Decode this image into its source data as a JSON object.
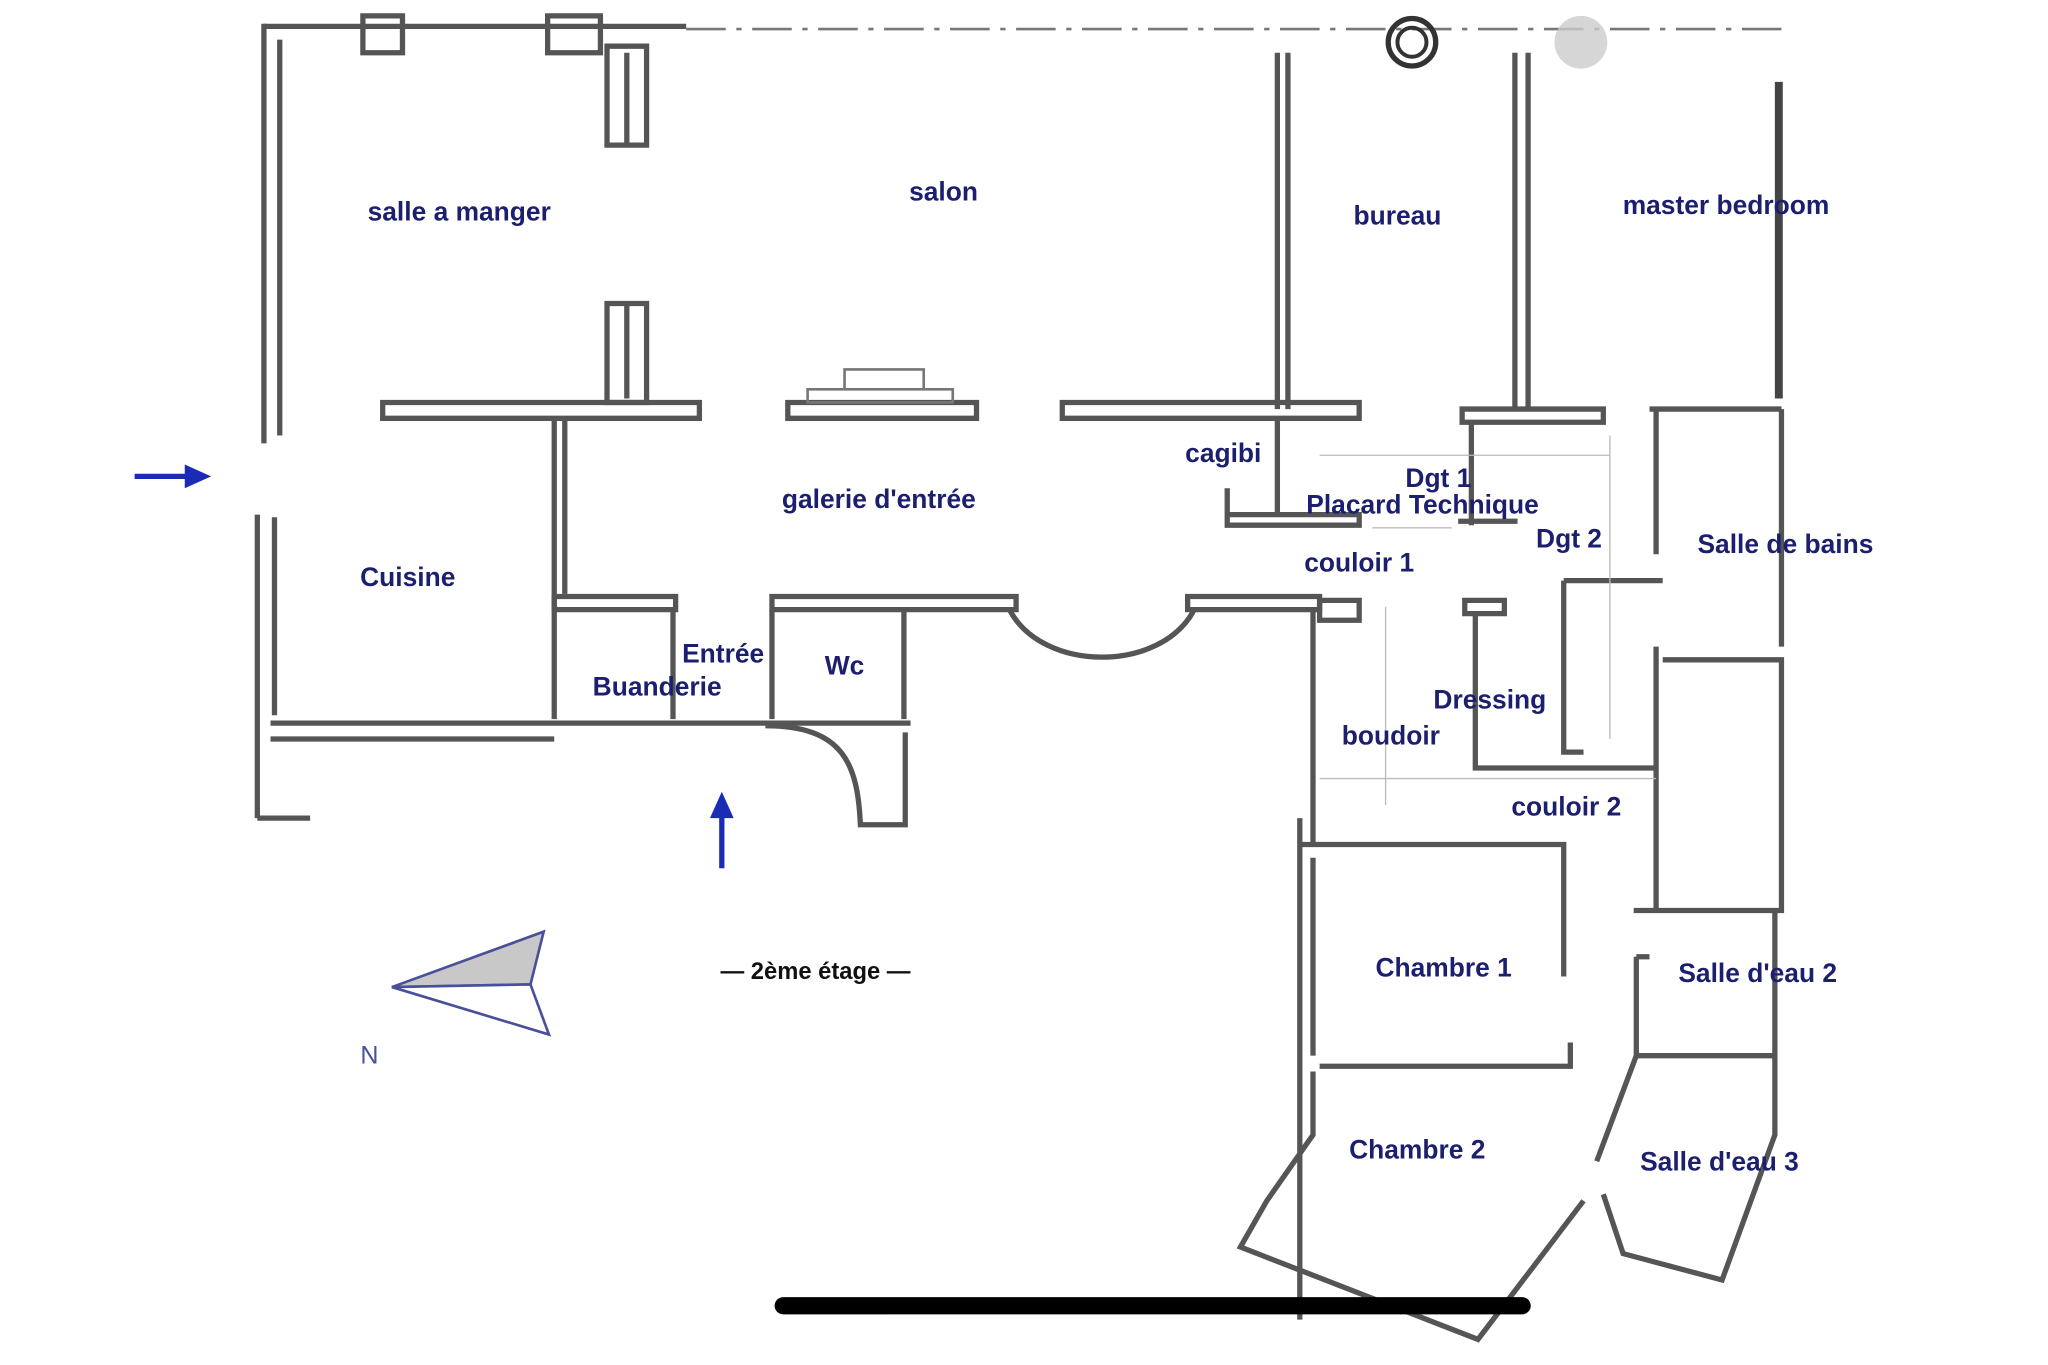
{
  "floor_plan": {
    "title": "— 2ème étage —",
    "north_label": "N",
    "rooms": {
      "salle_a_manger": "salle a manger",
      "salon": "salon",
      "bureau": "bureau",
      "master_bedroom": "master bedroom",
      "cagibi": "cagibi",
      "dgt1": "Dgt 1",
      "placard_technique": "Placard Technique",
      "dgt2": "Dgt 2",
      "salle_de_bains": "Salle de bains",
      "galerie": "galerie d'entrée",
      "couloir1": "couloir 1",
      "cuisine": "Cuisine",
      "entree": "Entrée",
      "buanderie": "Buanderie",
      "wc": "Wc",
      "dressing": "Dressing",
      "boudoir": "boudoir",
      "couloir2": "couloir 2",
      "chambre1": "Chambre 1",
      "salle_eau2": "Salle d'eau 2",
      "chambre2": "Chambre 2",
      "salle_eau3": "Salle d'eau 3"
    },
    "colors": {
      "label": "#1c1f6e",
      "arrow": "#1a2bb5",
      "wall": "#555555"
    }
  }
}
